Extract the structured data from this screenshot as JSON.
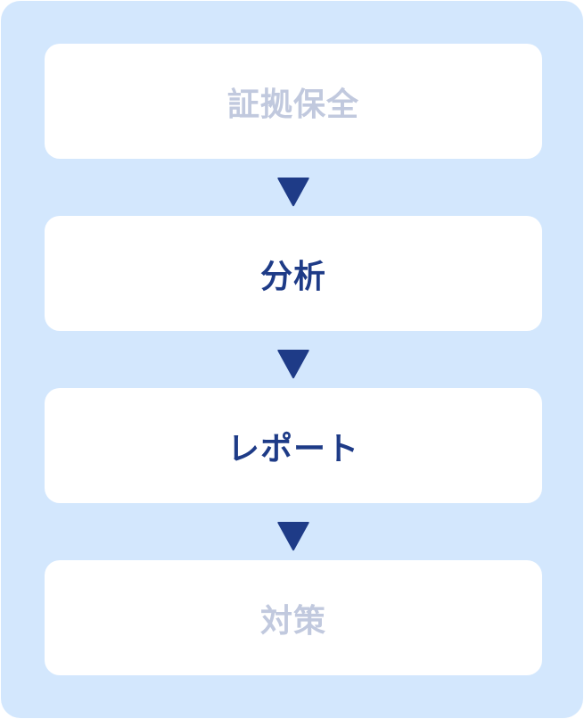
{
  "flow": {
    "steps": [
      {
        "label": "証拠保全",
        "state": "muted"
      },
      {
        "label": "分析",
        "state": "active"
      },
      {
        "label": "レポート",
        "state": "active"
      },
      {
        "label": "対策",
        "state": "muted"
      }
    ],
    "arrow_icon": "triangle-down-icon"
  },
  "colors": {
    "panel_background": "#d3e7fd",
    "step_background": "#ffffff",
    "active_text": "#1e3b87",
    "muted_text": "#c1c9de",
    "arrow": "#1e3b87"
  }
}
